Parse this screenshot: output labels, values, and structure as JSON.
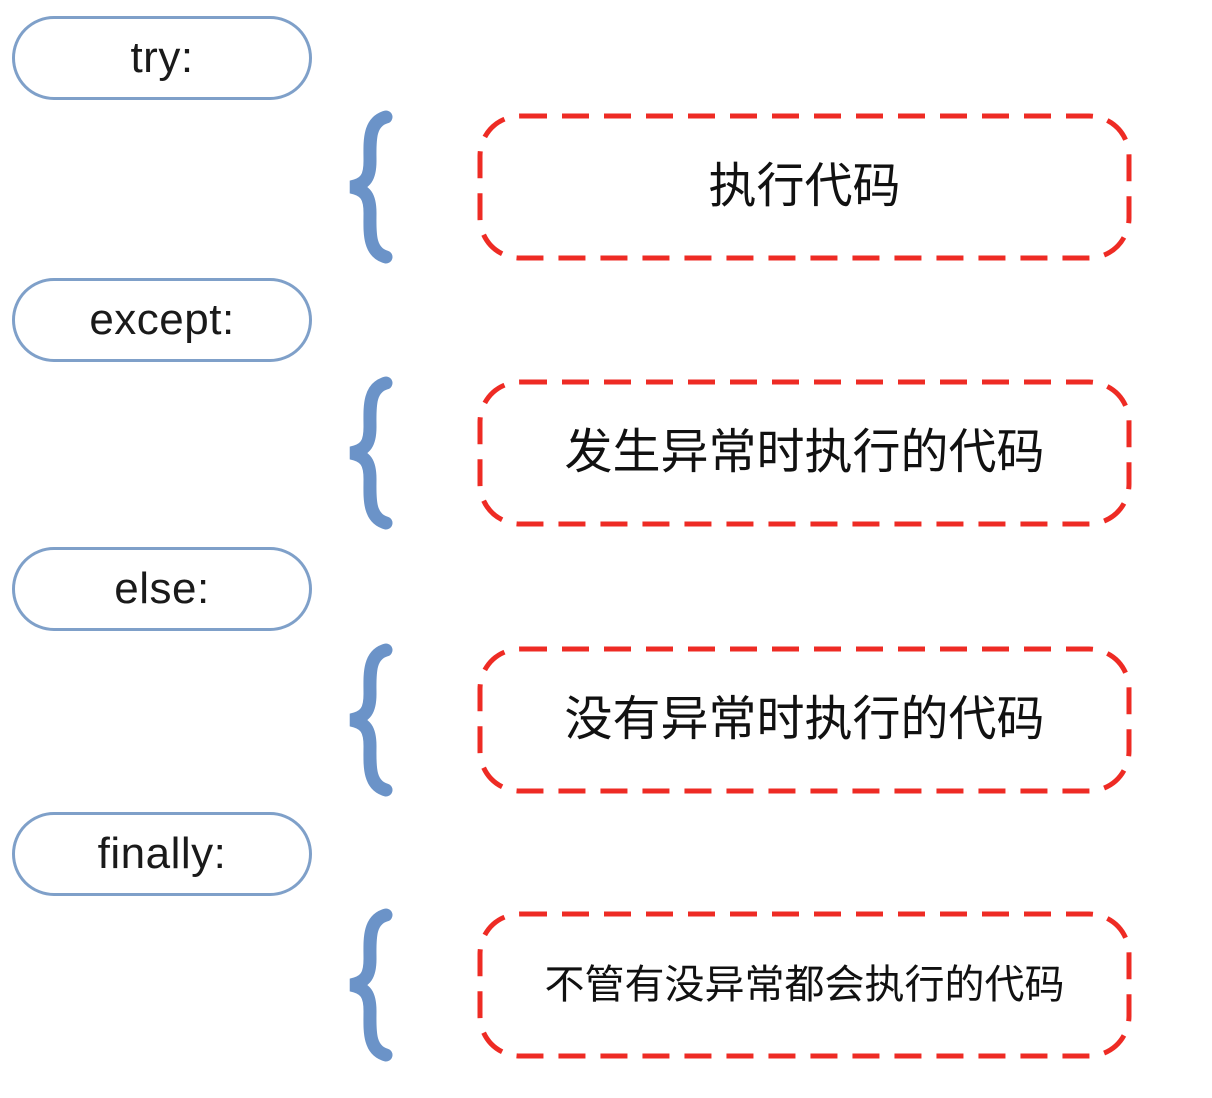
{
  "diagram": {
    "rows": [
      {
        "keyword": "try:",
        "description": "执行代码"
      },
      {
        "keyword": "except:",
        "description": "发生异常时执行的代码"
      },
      {
        "keyword": "else:",
        "description": "没有异常时执行的代码"
      },
      {
        "keyword": "finally:",
        "description": "不管有没异常都会执行的代码"
      }
    ],
    "colors": {
      "keyword_pill_border": "#7FA0C9",
      "brace": "#6B93C8",
      "description_box_border": "#EE2B24",
      "text": "#1a1a1a",
      "background": "#FFFFFF"
    }
  }
}
